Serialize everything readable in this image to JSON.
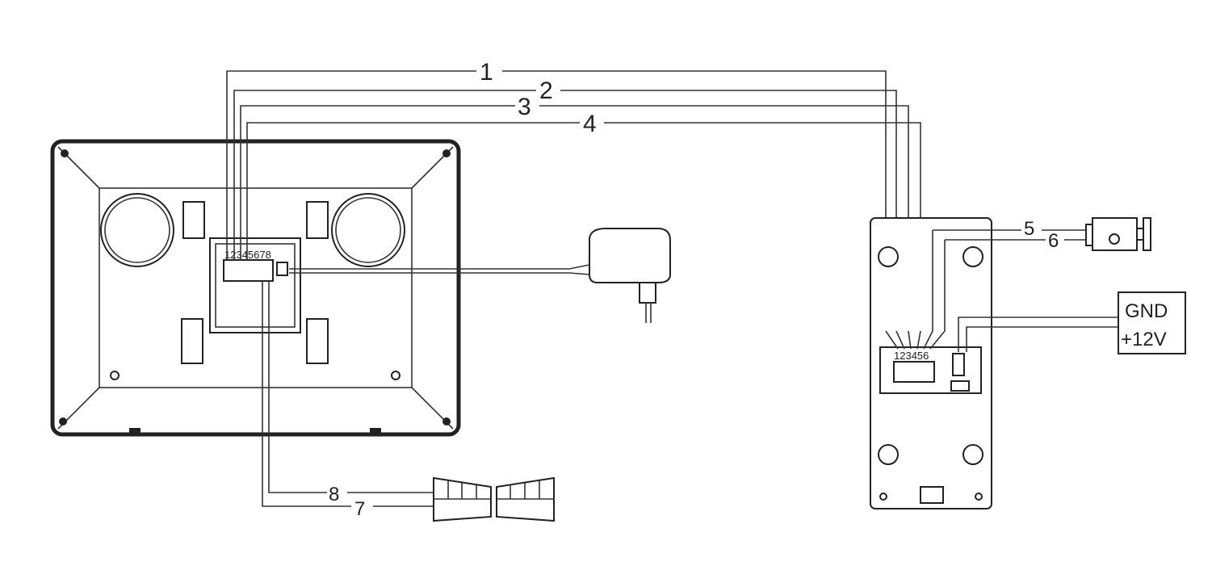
{
  "wires": {
    "w1": "1",
    "w2": "2",
    "w3": "3",
    "w4": "4",
    "w5": "5",
    "w6": "6",
    "w7": "7",
    "w8": "8"
  },
  "monitor": {
    "terminal_labels": "12345678"
  },
  "door_station": {
    "terminal_labels": "123456"
  },
  "power_box": {
    "gnd": "GND",
    "v12": "+12V"
  }
}
